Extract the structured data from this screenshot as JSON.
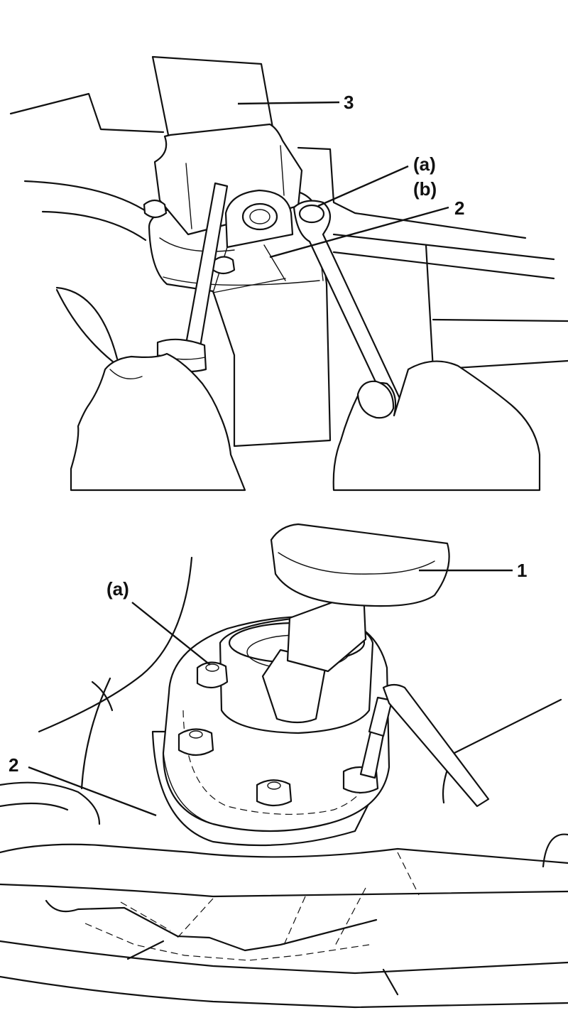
{
  "callouts": {
    "top_3": "3",
    "top_a": "(a)",
    "top_b": "(b)",
    "top_2": "2",
    "bottom_1": "1",
    "bottom_a": "(a)",
    "bottom_2": "2"
  },
  "colors": {
    "ink": "#111111",
    "paper": "#ffffff"
  }
}
